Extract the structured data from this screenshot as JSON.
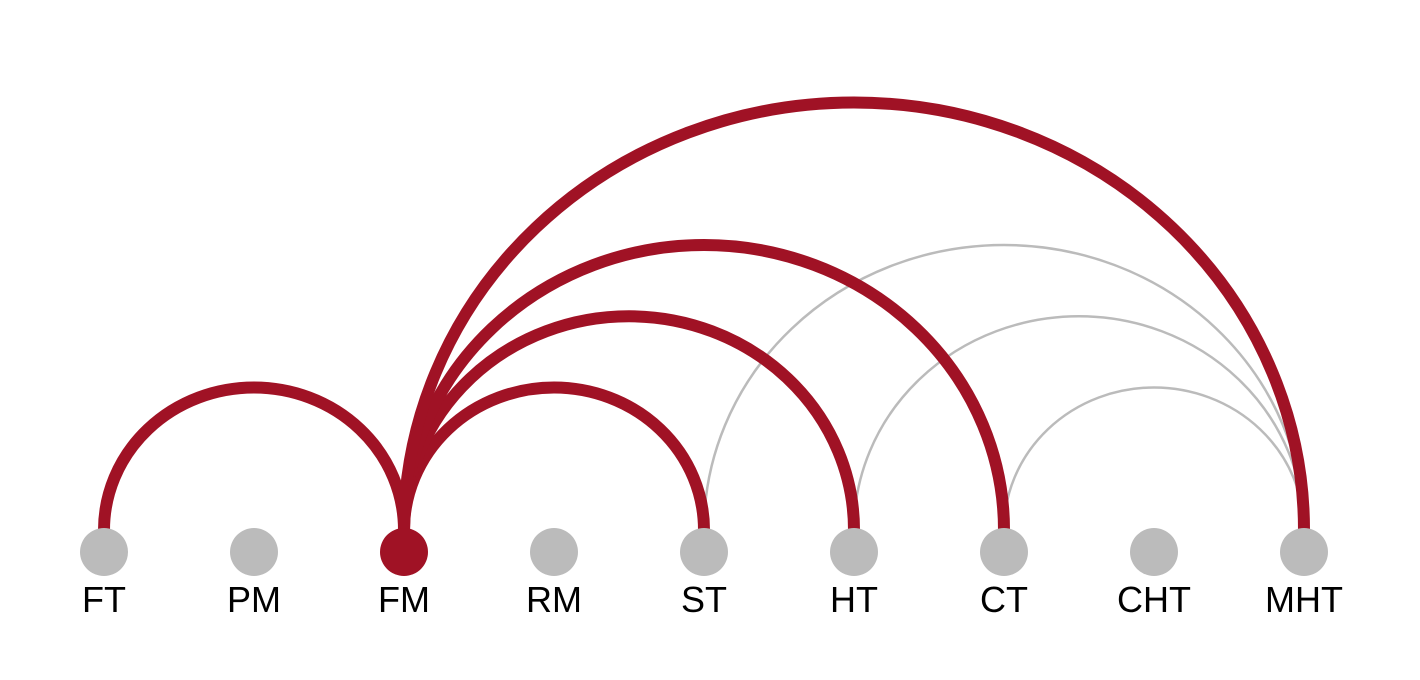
{
  "diagram": {
    "type": "arc-diagram",
    "highlight_color": "#A01225",
    "muted_color": "#BBBBBB",
    "label_color": "#000000",
    "nodes": [
      {
        "id": "FT",
        "label": "FT",
        "highlighted": false
      },
      {
        "id": "PM",
        "label": "PM",
        "highlighted": false
      },
      {
        "id": "FM",
        "label": "FM",
        "highlighted": true
      },
      {
        "id": "RM",
        "label": "RM",
        "highlighted": false
      },
      {
        "id": "ST",
        "label": "ST",
        "highlighted": false
      },
      {
        "id": "HT",
        "label": "HT",
        "highlighted": false
      },
      {
        "id": "CT",
        "label": "CT",
        "highlighted": false
      },
      {
        "id": "CHT",
        "label": "CHT",
        "highlighted": false
      },
      {
        "id": "MHT",
        "label": "MHT",
        "highlighted": false
      }
    ],
    "edges": [
      {
        "source": "ST",
        "target": "MHT",
        "highlighted": false
      },
      {
        "source": "HT",
        "target": "MHT",
        "highlighted": false
      },
      {
        "source": "CT",
        "target": "MHT",
        "highlighted": false
      },
      {
        "source": "FT",
        "target": "FM",
        "highlighted": true
      },
      {
        "source": "FM",
        "target": "ST",
        "highlighted": true
      },
      {
        "source": "FM",
        "target": "HT",
        "highlighted": true
      },
      {
        "source": "FM",
        "target": "CT",
        "highlighted": true
      },
      {
        "source": "FM",
        "target": "MHT",
        "highlighted": true
      }
    ]
  }
}
